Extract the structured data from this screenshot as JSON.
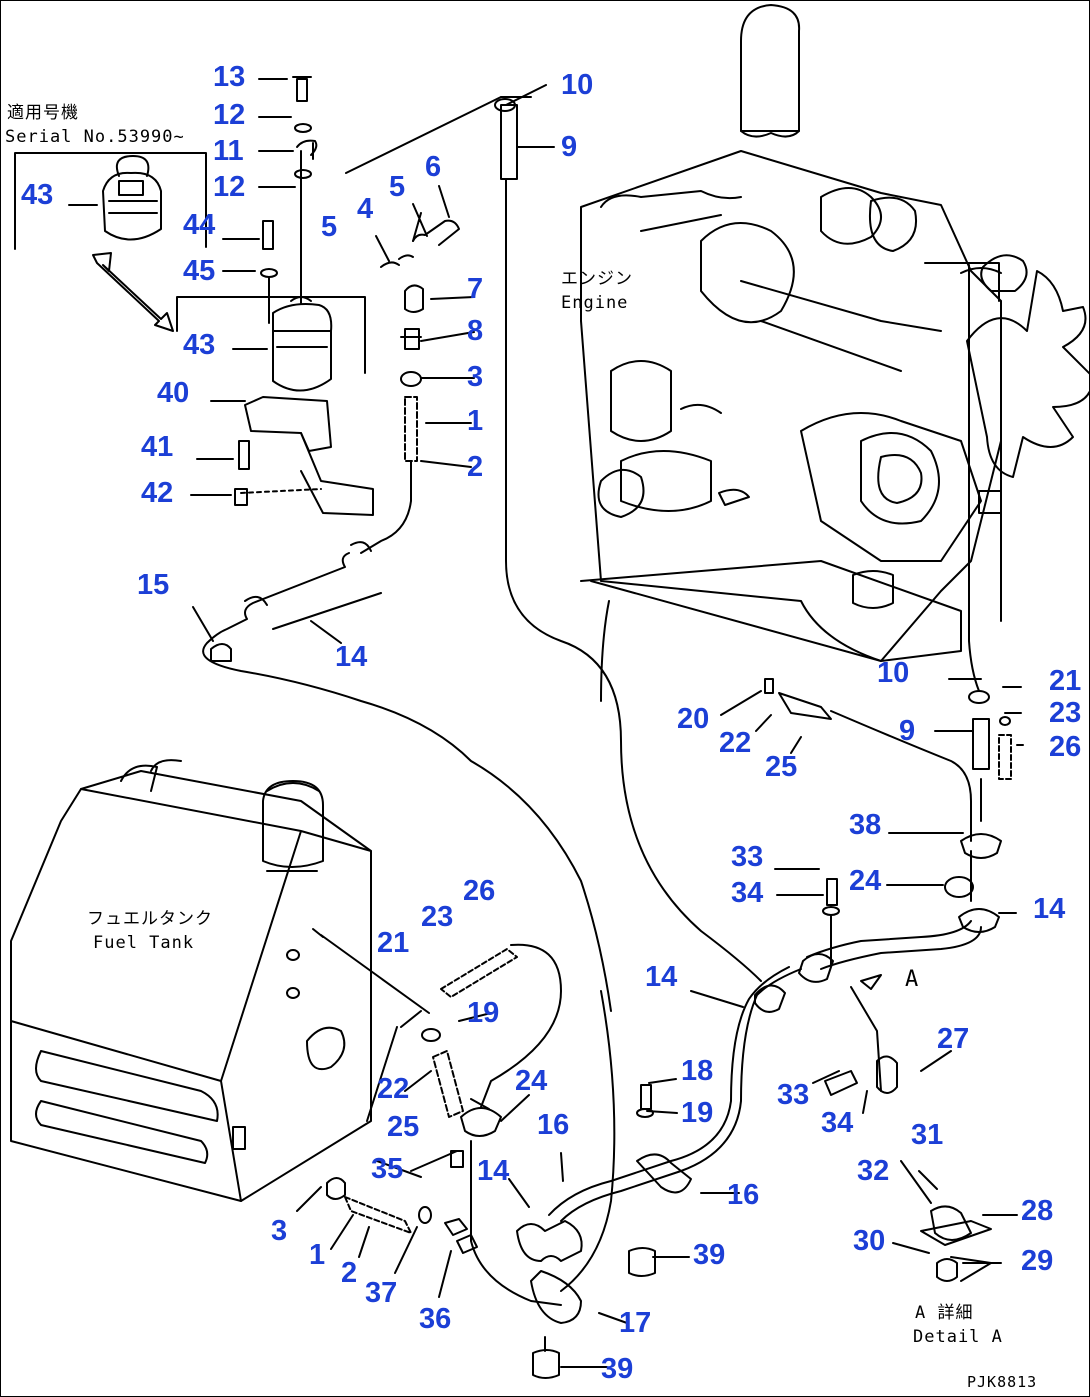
{
  "texts": {
    "serial_jp": "適用号機",
    "serial_en": "Serial No.53990~",
    "engine_jp": "エンジン",
    "engine_en": "Engine",
    "fueltank_jp": "フュエルタンク",
    "fueltank_en": "Fuel Tank",
    "arrow_a": "A",
    "detail_jp": "A 詳細",
    "detail_en": "Detail A",
    "figure_code": "PJK8813"
  },
  "callouts": [
    "13",
    "12",
    "11",
    "12",
    "10",
    "9",
    "6",
    "5",
    "4",
    "5",
    "43",
    "44",
    "45",
    "43",
    "7",
    "8",
    "3",
    "1",
    "2",
    "40",
    "41",
    "42",
    "15",
    "14",
    "10",
    "21",
    "9",
    "23",
    "26",
    "20",
    "22",
    "25",
    "38",
    "33",
    "24",
    "34",
    "14",
    "14",
    "27",
    "33",
    "34",
    "18",
    "19",
    "26",
    "23",
    "21",
    "19",
    "22",
    "25",
    "24",
    "16",
    "16",
    "35",
    "14",
    "31",
    "32",
    "28",
    "30",
    "29",
    "3",
    "1",
    "2",
    "37",
    "36",
    "39",
    "17",
    "39"
  ],
  "colors": {
    "callout": "#1c3fd6",
    "line": "#000000"
  }
}
